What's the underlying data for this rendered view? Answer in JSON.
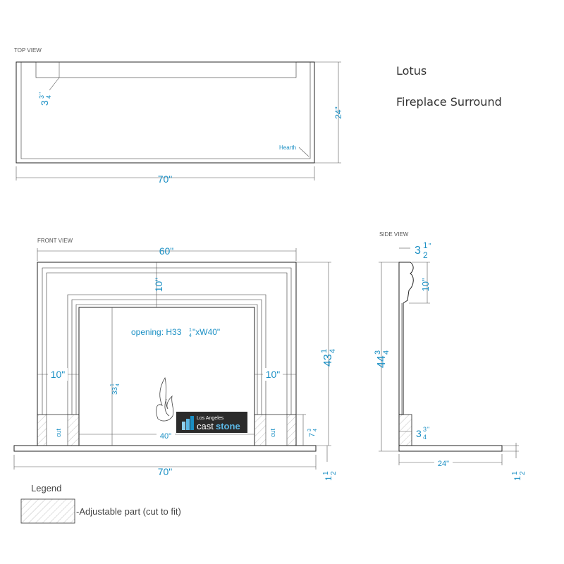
{
  "title": {
    "name": "Lotus",
    "subtitle": "Fireplace Surround"
  },
  "views": {
    "top": "TOP VIEW",
    "front": "FRONT VIEW",
    "side": "SIDE VIEW"
  },
  "top_view": {
    "width": "70\"",
    "depth": "24\"",
    "offset_whole": "3",
    "offset_num": "3",
    "offset_den": "4",
    "hearth_label": "Hearth"
  },
  "front_view": {
    "top_width": "60\"",
    "lintel": "10\"",
    "left_leg": "10\"",
    "right_leg": "10\"",
    "bottom_width": "70\"",
    "opening_prefix": "opening: H33 ",
    "opening_num": "1",
    "opening_den": "4",
    "opening_suffix": "\"xW40\"",
    "opening_height_whole": "33",
    "opening_height_num": "1",
    "opening_height_den": "4",
    "opening_width": "40\"",
    "total_height_whole": "43",
    "total_height_num": "1",
    "total_height_den": "4",
    "plinth_whole": "7",
    "plinth_num": "3",
    "plinth_den": "4",
    "hearth_whole": "1",
    "hearth_num": "1",
    "hearth_den": "2",
    "cut_left": "cut",
    "cut_right": "cut"
  },
  "side_view": {
    "top_whole": "3",
    "top_num": "1",
    "top_den": "2",
    "lintel": "10\"",
    "height_whole": "44",
    "height_num": "3",
    "height_den": "4",
    "leg_whole": "3",
    "leg_num": "3",
    "leg_den": "4",
    "hearth_depth": "24\"",
    "hearth_whole": "1",
    "hearth_num": "1",
    "hearth_den": "2"
  },
  "logo": {
    "small": "Los Angeles",
    "brand_a": "cast",
    "brand_b": "stone"
  },
  "legend": {
    "title": "Legend",
    "item": "-Adjustable part (cut to fit)"
  },
  "colors": {
    "dimension": "#1a8fc4",
    "line": "#222222",
    "logo_bg": "#2b2b2b"
  }
}
